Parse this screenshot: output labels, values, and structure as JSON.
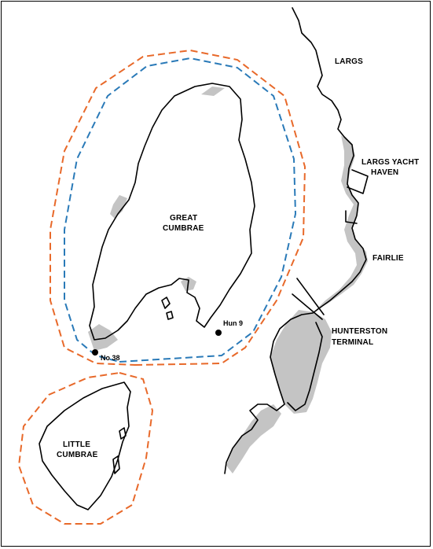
{
  "labels": {
    "largs": "LARGS",
    "largs_yacht_haven_1": "LARGS YACHT",
    "largs_yacht_haven_2": "HAVEN",
    "fairlie": "FAIRLIE",
    "hunterston_1": "HUNTERSTON",
    "hunterston_2": "TERMINAL",
    "great_cumbrae_1": "GREAT",
    "great_cumbrae_2": "CUMBRAE",
    "little_cumbrae_1": "LITTLE",
    "little_cumbrae_2": "CUMBRAE",
    "point_no38": "No 38",
    "point_hun9": "Hun 9"
  },
  "colors": {
    "orange_boundary": "#e8692a",
    "blue_boundary": "#2a7ab8",
    "intertidal": "#c4c4c4",
    "coastline": "#000000"
  }
}
